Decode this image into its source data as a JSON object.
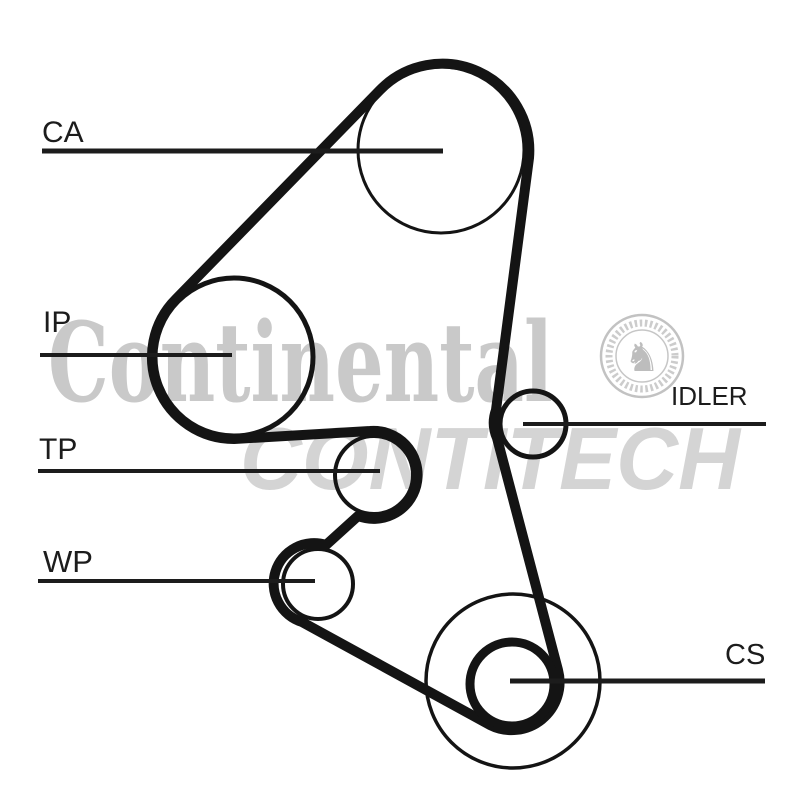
{
  "image": {
    "background": "#ffffff",
    "description_type": "timing-belt-routing-diagram"
  },
  "diagram": {
    "belt_color": "#141414",
    "label_color": "#1c1c1c",
    "pulleys": [
      {
        "id": "ca",
        "label": "CA"
      },
      {
        "id": "ip",
        "label": "IP"
      },
      {
        "id": "tp",
        "label": "TP"
      },
      {
        "id": "wp",
        "label": "WP"
      },
      {
        "id": "idler",
        "label": "IDLER"
      },
      {
        "id": "cs",
        "label": "CS"
      }
    ]
  },
  "watermark": {
    "wordmark": "Continental",
    "wordmark_color": "#c9c9c9",
    "sub_brand": "CONTITECH",
    "sub_brand_color": "#d4d4d4",
    "stamp_color": "#c2c2c2",
    "stamp_symbol": "♞"
  }
}
